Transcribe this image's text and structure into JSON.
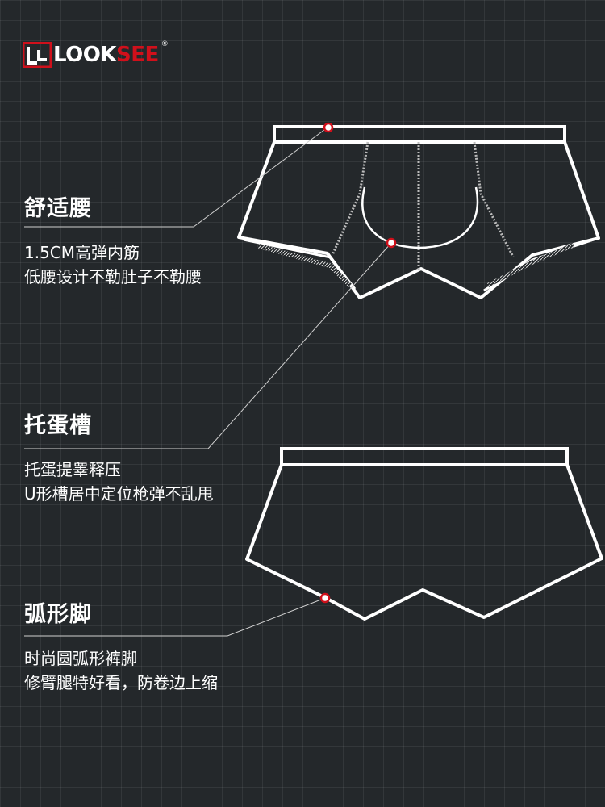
{
  "brand": {
    "name_part1": "LOOK",
    "name_part2": "SEE",
    "reg": "®"
  },
  "features": [
    {
      "title": "舒适腰",
      "desc": [
        "1.5CM高弹内筋",
        "低腰设计不勒肚子不勒腰"
      ]
    },
    {
      "title": "托蛋槽",
      "desc": [
        "托蛋提睾释压",
        "U形槽居中定位枪弹不乱甩"
      ]
    },
    {
      "title": "弧形脚",
      "desc": [
        "时尚圆弧形裤脚",
        "修臂腿特好看，防卷边上缩"
      ]
    }
  ],
  "colors": {
    "background": "#24282b",
    "line": "#ffffff",
    "accent": "#d0101b"
  }
}
